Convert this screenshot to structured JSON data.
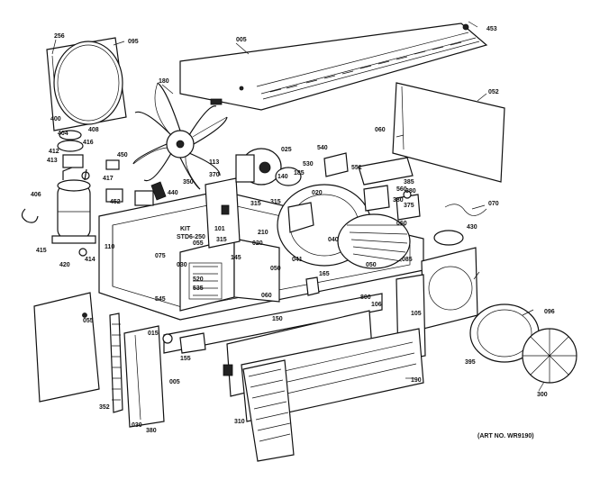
{
  "labels": {
    "l256": "256",
    "l095": "095",
    "l180": "180",
    "l400": "400",
    "l404": "404",
    "l408": "408",
    "l416": "416",
    "l412": "412",
    "l413": "413",
    "l415": "415",
    "l414": "414",
    "l420": "420",
    "l450": "450",
    "l417": "417",
    "l452": "452",
    "l406": "406",
    "l440": "440",
    "l350": "350",
    "l005": "005",
    "l453": "453",
    "l052": "052",
    "l060": "060",
    "l025": "025",
    "l113": "113",
    "l370": "370",
    "l540": "540",
    "l530": "530",
    "l551": "551",
    "l560": "560",
    "l385": "385",
    "l380": "380",
    "l375": "375",
    "l380b": "380",
    "l070": "070",
    "l140": "140",
    "l185": "185",
    "l430": "430",
    "l060b": "060",
    "l085": "085",
    "l110": "110",
    "l101": "101",
    "l315": "315",
    "l315b": "315",
    "l315c": "315",
    "l210": "210",
    "l020": "020",
    "l075": "075",
    "l055": "055",
    "l145": "145",
    "l041": "041",
    "l050": "050",
    "l060c": "060",
    "l165": "165",
    "l040": "040",
    "l030": "030",
    "l545": "545",
    "l520": "520",
    "l535": "535",
    "l800": "800",
    "l020b": "020",
    "l050b": "050",
    "l015": "015",
    "l105": "105",
    "l106": "106",
    "l150": "150",
    "l155": "155",
    "l395": "395",
    "l096": "096",
    "l300": "300",
    "l310": "310",
    "l055b": "055",
    "l030b": "030",
    "l005b": "005",
    "l352": "352",
    "l380c": "380",
    "l190": "190"
  },
  "kit_label": "KIT\nSTD6-250",
  "art_number": "(ART NO. WR9190)"
}
